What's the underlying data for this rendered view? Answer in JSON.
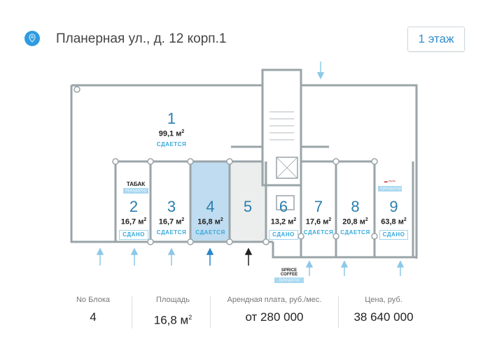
{
  "header": {
    "address": "Планерная ул., д. 12 корп.1",
    "floor_button": "1 этаж",
    "location_icon": "map-pin-icon"
  },
  "colors": {
    "accent": "#2f9be0",
    "selected_unit": "#bfdcf0",
    "unavailable_unit": "#eceeee"
  },
  "units": [
    {
      "number": "1",
      "area": "99,1 м",
      "status": "СДАЕТСЯ"
    },
    {
      "number": "2",
      "area": "16,7 м",
      "status": "СДАНО"
    },
    {
      "number": "3",
      "area": "16,7 м",
      "status": "СДАЕТСЯ"
    },
    {
      "number": "4",
      "area": "16,8 м",
      "status": "СДАЕТСЯ"
    },
    {
      "number": "5"
    },
    {
      "number": "6",
      "area": "13,2 м",
      "status": "СДАНО"
    },
    {
      "number": "7",
      "area": "17,6 м",
      "status": "СДАЕТСЯ"
    },
    {
      "number": "8",
      "area": "20,8 м",
      "status": "СДАЕТСЯ"
    },
    {
      "number": "9",
      "area": "63,8 м",
      "status": "СДАНО"
    }
  ],
  "sq": "2",
  "tenants": [
    {
      "name": "ТАБАК",
      "tag": "Арендатор"
    },
    {
      "name": "SPRICE COFFEE",
      "tag": "Арендатор"
    },
    {
      "name": "",
      "tag": "Арендатор"
    }
  ],
  "info": {
    "block_label": "No Блока",
    "block_value": "4",
    "area_label": "Площадь",
    "area_value": "16,8 м",
    "rent_label": "Арендная плата, руб./мес.",
    "rent_value": "от 280 000",
    "price_label": "Цена, руб.",
    "price_value": "38 640 000"
  }
}
